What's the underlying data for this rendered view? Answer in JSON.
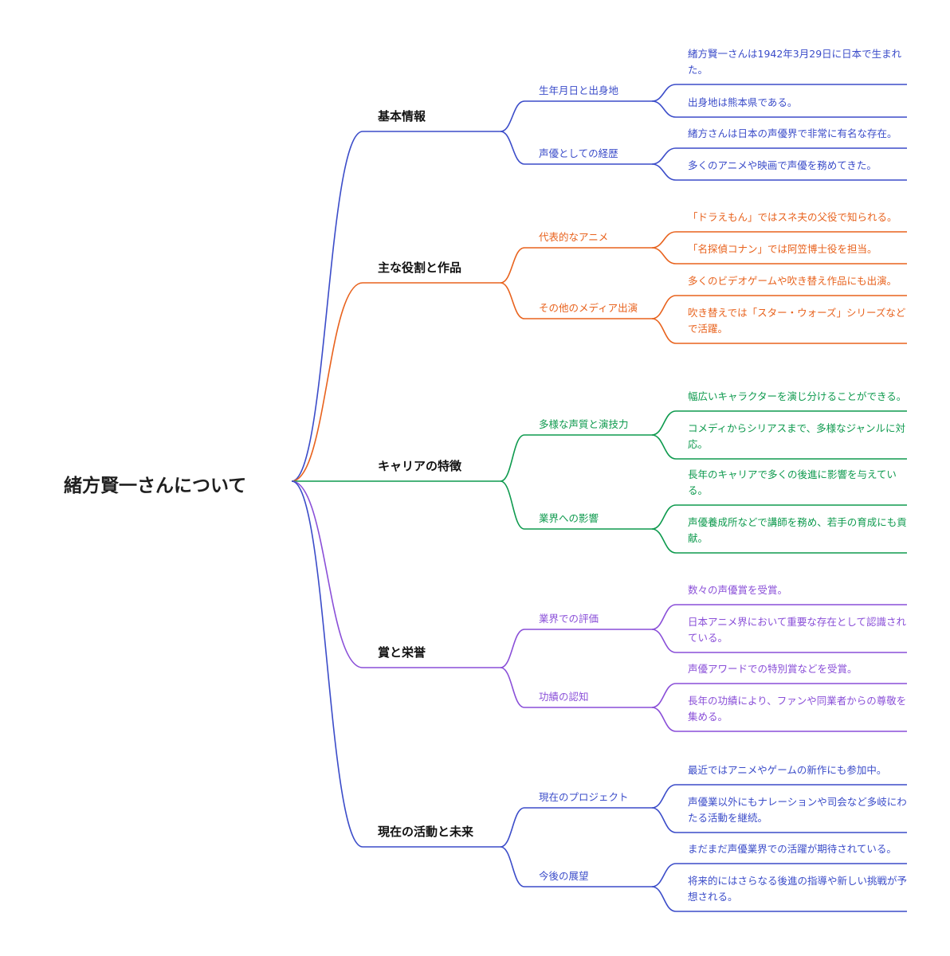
{
  "root": "緒方賢一さんについて",
  "branches": [
    {
      "label": "基本情報",
      "color": "#3b4cc9",
      "subs": [
        {
          "label": "生年月日と出身地",
          "leaves": [
            "緒方賢一さんは1942年3月29日に日本で生まれた。",
            "出身地は熊本県である。"
          ]
        },
        {
          "label": "声優としての経歴",
          "leaves": [
            "緒方さんは日本の声優界で非常に有名な存在。",
            "多くのアニメや映画で声優を務めてきた。"
          ]
        }
      ]
    },
    {
      "label": "主な役割と作品",
      "color": "#e8621d",
      "subs": [
        {
          "label": "代表的なアニメ",
          "leaves": [
            "「ドラえもん」ではスネ夫の父役で知られる。",
            "「名探偵コナン」では阿笠博士役を担当。"
          ]
        },
        {
          "label": "その他のメディア出演",
          "leaves": [
            "多くのビデオゲームや吹き替え作品にも出演。",
            "吹き替えでは「スター・ウォーズ」シリーズなどで活躍。"
          ]
        }
      ]
    },
    {
      "label": "キャリアの特徴",
      "color": "#0e9a4e",
      "subs": [
        {
          "label": "多様な声質と演技力",
          "leaves": [
            "幅広いキャラクターを演じ分けることができる。",
            "コメディからシリアスまで、多様なジャンルに対応。"
          ]
        },
        {
          "label": "業界への影響",
          "leaves": [
            "長年のキャリアで多くの後進に影響を与えている。",
            "声優養成所などで講師を務め、若手の育成にも貢献。"
          ]
        }
      ]
    },
    {
      "label": "賞と栄誉",
      "color": "#8a4fd8",
      "subs": [
        {
          "label": "業界での評価",
          "leaves": [
            "数々の声優賞を受賞。",
            "日本アニメ界において重要な存在として認識されている。"
          ]
        },
        {
          "label": "功績の認知",
          "leaves": [
            "声優アワードでの特別賞などを受賞。",
            "長年の功績により、ファンや同業者からの尊敬を集める。"
          ]
        }
      ]
    },
    {
      "label": "現在の活動と未来",
      "color": "#3b4cc9",
      "subs": [
        {
          "label": "現在のプロジェクト",
          "leaves": [
            "最近ではアニメやゲームの新作にも参加中。",
            "声優業以外にもナレーションや司会など多岐にわたる活動を継続。"
          ]
        },
        {
          "label": "今後の展望",
          "leaves": [
            "まだまだ声優業界での活躍が期待されている。",
            "将来的にはさらなる後進の指導や新しい挑戦が予想される。"
          ]
        }
      ]
    }
  ]
}
